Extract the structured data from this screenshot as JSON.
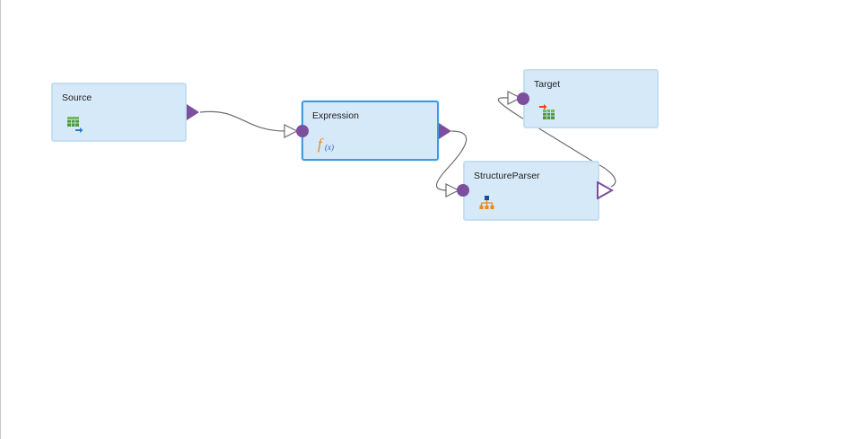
{
  "canvas": {
    "background": "#ffffff",
    "node_fill": "#d6e9f8",
    "node_border": "#c4def2",
    "selected_border": "#3d9be0",
    "port_color": "#7c4f9e",
    "link_color": "#6d6d6d"
  },
  "nodes": {
    "source": {
      "label": "Source",
      "icon": "source-table-icon"
    },
    "expression": {
      "label": "Expression",
      "icon": "function-fx-icon",
      "selected": true
    },
    "structure_parser": {
      "label": "StructureParser",
      "icon": "hierarchy-icon"
    },
    "target": {
      "label": "Target",
      "icon": "target-table-icon"
    }
  },
  "links": [
    {
      "from": "Source",
      "to": "Expression"
    },
    {
      "from": "Expression",
      "to": "StructureParser"
    },
    {
      "from": "StructureParser",
      "to": "Target"
    }
  ]
}
